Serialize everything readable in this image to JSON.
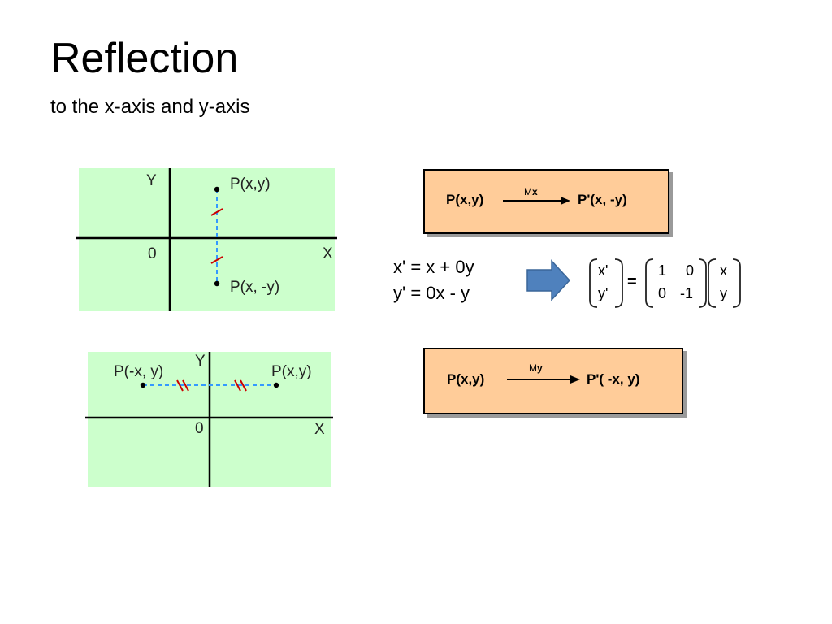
{
  "slide": {
    "title": "Reflection",
    "subtitle": "to the x-axis and y-axis"
  },
  "diagram_x": {
    "axis_y": "Y",
    "axis_x": "X",
    "origin": "0",
    "point_top": "P(x,y)",
    "point_bottom": "P(x, -y)"
  },
  "diagram_y": {
    "axis_y": "Y",
    "axis_x": "X",
    "origin": "0",
    "point_left": "P(-x, y)",
    "point_right": "P(x,y)"
  },
  "box_mx": {
    "from": "P(x,y)",
    "op": "M",
    "op_sub": "x",
    "to": "P'(x, -y)"
  },
  "box_my": {
    "from": "P(x,y)",
    "op": "M",
    "op_sub": "y",
    "to": "P'( -x, y)"
  },
  "equations": {
    "line1": "x' = x  + 0y",
    "line2": "y' = 0x -  y"
  },
  "matrix": {
    "lhs": [
      "x'",
      "y'"
    ],
    "equals": "=",
    "m": [
      [
        "1",
        "0"
      ],
      [
        "0",
        "-1"
      ]
    ],
    "rhs": [
      "x",
      "y"
    ]
  },
  "colors": {
    "panel": "#ccffcc",
    "box": "#ffcc99",
    "arrow": "#4f81bd",
    "dashed": "#3399ff",
    "tick": "#cc0000"
  }
}
